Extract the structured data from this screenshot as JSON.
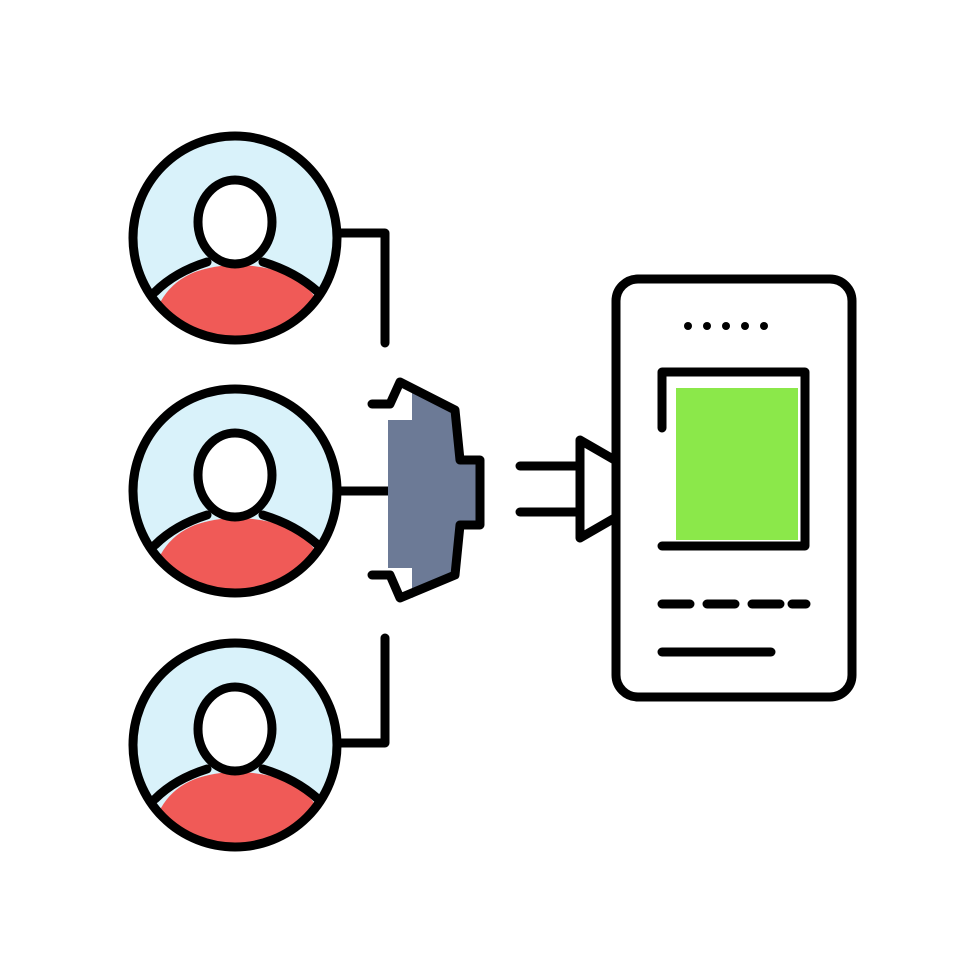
{
  "colors": {
    "background": "#ffffff",
    "outline": "#000000",
    "avatar_background": "#d9f2fa",
    "avatar_body": "#f05a57",
    "gear_fill": "#6c7a96",
    "phone_screen_content": "#8be84a"
  },
  "users": [
    {
      "name": "user-avatar-top"
    },
    {
      "name": "user-avatar-middle"
    },
    {
      "name": "user-avatar-bottom"
    }
  ],
  "icons": {
    "avatar": "user-avatar-icon",
    "gear": "half-gear-icon",
    "arrow": "double-line-arrow-icon",
    "phone": "smartphone-icon"
  },
  "phone": {
    "status_dots": 5,
    "text_lines": 2
  }
}
